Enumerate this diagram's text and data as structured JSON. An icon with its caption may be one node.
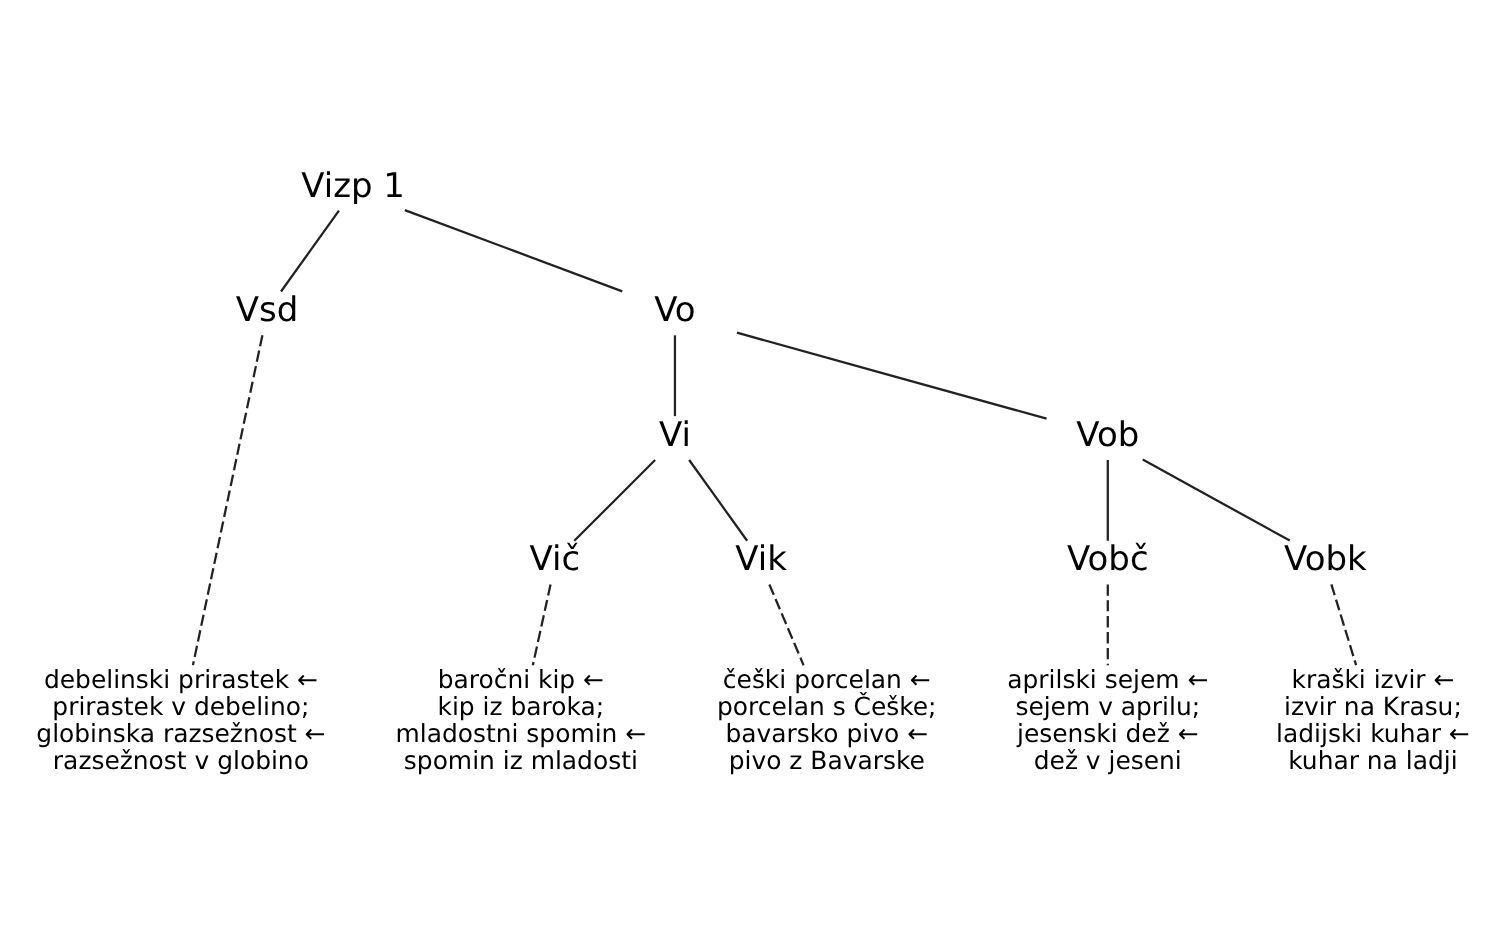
{
  "diagram": {
    "nodes": [
      {
        "text": [
          "Vizp 1"
        ]
      },
      {
        "text": [
          "Vsd"
        ]
      },
      {
        "text": [
          "Vo"
        ]
      },
      {
        "text": [
          "Vi"
        ]
      },
      {
        "text": [
          "Vob"
        ]
      },
      {
        "text": [
          "Vič"
        ]
      },
      {
        "text": [
          "Vik"
        ]
      },
      {
        "text": [
          "Vobč"
        ]
      },
      {
        "text": [
          "Vobk"
        ]
      },
      {
        "text": [
          "debelinski prirastek ←",
          "prirastek v debelino;",
          "globinska razsežnost ←",
          "razsežnost v globino"
        ]
      },
      {
        "text": [
          "baročni kip ←",
          "kip iz baroka;",
          "mladostni spomin ←",
          "spomin iz mladosti"
        ]
      },
      {
        "text": [
          "češki porcelan ←",
          "porcelan s Češke;",
          "bavarsko pivo ←",
          "pivo z Bavarske"
        ]
      },
      {
        "text": [
          "aprilski sejem ←",
          "sejem v aprilu;",
          "jesenski dež ←",
          "dež v jeseni"
        ]
      },
      {
        "text": [
          "kraški izvir ←",
          "izvir na Krasu;",
          "ladijski kuhar ←",
          "kuhar na ladji"
        ]
      }
    ],
    "edges": [
      {
        "from": 0,
        "to": 1,
        "arrow": "none"
      },
      {
        "from": 0,
        "to": 2,
        "arrow": "none"
      },
      {
        "from": 2,
        "to": 3,
        "arrow": "none"
      },
      {
        "from": 2,
        "to": 4,
        "arrow": "none"
      },
      {
        "from": 3,
        "to": 5,
        "arrow": "none"
      },
      {
        "from": 3,
        "to": 6,
        "arrow": "none"
      },
      {
        "from": 4,
        "to": 7,
        "arrow": "none"
      },
      {
        "from": 4,
        "to": 8,
        "arrow": "none"
      },
      {
        "from": 1,
        "to": 9,
        "arrow": "none",
        "style": "dashed"
      },
      {
        "from": 5,
        "to": 10,
        "arrow": "none",
        "style": "dashed"
      },
      {
        "from": 6,
        "to": 11,
        "arrow": "none",
        "style": "dashed"
      },
      {
        "from": 7,
        "to": 12,
        "arrow": "none",
        "style": "dashed"
      },
      {
        "from": 8,
        "to": 13,
        "arrow": "none",
        "style": "dashed"
      }
    ]
  }
}
